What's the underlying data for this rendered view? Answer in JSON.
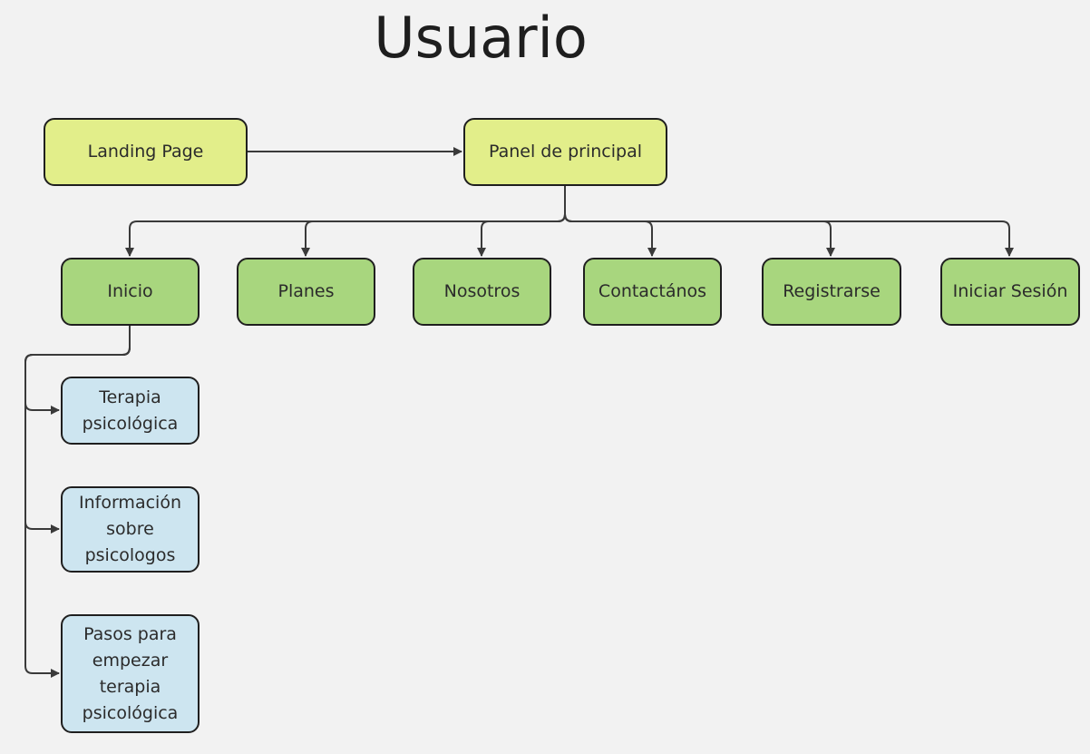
{
  "title": "Usuario",
  "top_nodes": {
    "landing": "Landing Page",
    "panel": "Panel de principal"
  },
  "sections": [
    "Inicio",
    "Planes",
    "Nosotros",
    "Contactános",
    "Registrarse",
    "Iniciar Sesión"
  ],
  "inicio_children": [
    "Terapia psicológica",
    "Información sobre psicologos",
    "Pasos para empezar terapia psicológica"
  ],
  "colors": {
    "top_nodes": "#e2ee8a",
    "sections": "#a8d67e",
    "subsections": "#cde5f0",
    "border": "#1f1f1f",
    "connector": "#3a3a3a",
    "background": "#f2f2f2"
  }
}
